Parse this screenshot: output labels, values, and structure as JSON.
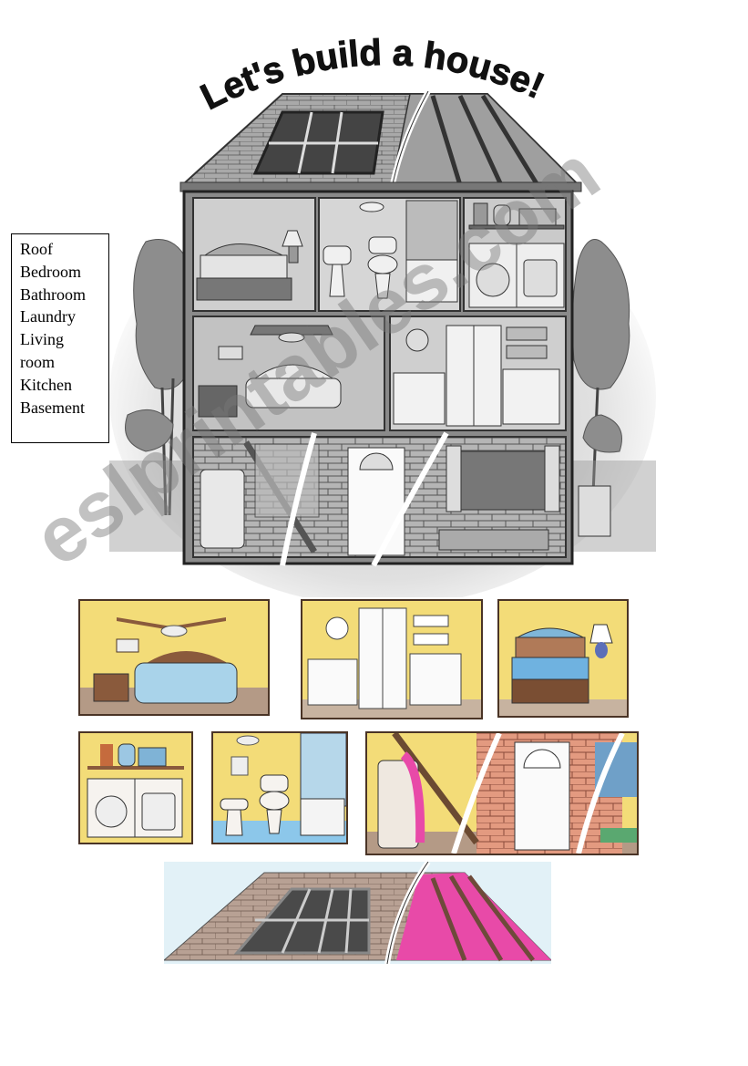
{
  "worksheet": {
    "title": "Let's build a house!",
    "word_list": [
      "Roof",
      "Bedroom",
      "Bathroom",
      "Laundry",
      "Living",
      "room",
      "Kitchen",
      "Basement"
    ],
    "watermark": "eslprintables.com"
  },
  "house_diagram": {
    "style": "grayscale cutaway illustration",
    "rooms": [
      {
        "id": "roof",
        "label": "Roof"
      },
      {
        "id": "bedroom",
        "label": "Bedroom"
      },
      {
        "id": "bathroom",
        "label": "Bathroom"
      },
      {
        "id": "laundry",
        "label": "Laundry"
      },
      {
        "id": "living-room",
        "label": "Living room"
      },
      {
        "id": "kitchen",
        "label": "Kitchen"
      },
      {
        "id": "basement",
        "label": "Basement"
      }
    ]
  },
  "cutout_cards": [
    {
      "id": "living-room",
      "label": "Living room"
    },
    {
      "id": "kitchen",
      "label": "Kitchen"
    },
    {
      "id": "bedroom",
      "label": "Bedroom"
    },
    {
      "id": "laundry",
      "label": "Laundry"
    },
    {
      "id": "bathroom",
      "label": "Bathroom"
    },
    {
      "id": "basement",
      "label": "Basement"
    },
    {
      "id": "roof",
      "label": "Roof"
    }
  ],
  "colors": {
    "wall_yellow": "#f3dc78",
    "sofa_blue": "#a9d3ea",
    "wood_brown": "#8a5a3c",
    "brick": "#e39a80",
    "insulation_pink": "#e84aa8",
    "floor_blue": "#8cc7ea",
    "sky_blue": "#cfe8f2"
  }
}
